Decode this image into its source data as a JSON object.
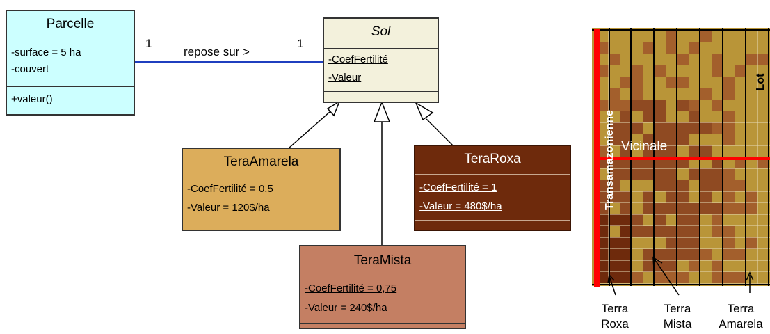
{
  "parcelle": {
    "name": "Parcelle",
    "attributes": [
      "-surface = 5 ha",
      "-couvert"
    ],
    "operations": [
      "+valeur()"
    ]
  },
  "sol": {
    "name": "Sol",
    "attributes": [
      "-CoefFertilité",
      "-Valeur"
    ]
  },
  "association": {
    "label": "repose sur >",
    "mult_left": "1",
    "mult_right": "1"
  },
  "amarela": {
    "name": "TeraAmarela",
    "attributes": [
      "-CoefFertilité = 0,5",
      "-Valeur = 120$/ha"
    ],
    "color": "#dcad5b"
  },
  "roxa": {
    "name": "TeraRoxa",
    "attributes": [
      "-CoefFertilité = 1",
      "-Valeur = 480$/ha"
    ],
    "color": "#6e2a0c"
  },
  "mista": {
    "name": "TeraMista",
    "attributes": [
      "-CoefFertilité = 0,75",
      "-Valeur = 240$/ha"
    ],
    "color": "#c47f63"
  },
  "colors": {
    "parcelle": "#ccffff",
    "sol": "#f3f1dc",
    "association_line": "#1f3fbf",
    "road": "#ff0000"
  },
  "map": {
    "road_vertical": "Transamazonienne",
    "road_horizontal": "Vicinale",
    "lot_label": "Lot",
    "legend": [
      {
        "line1": "Terra",
        "line2": "Roxa"
      },
      {
        "line1": "Terra",
        "line2": "Mista"
      },
      {
        "line1": "Terra",
        "line2": "Amarela"
      }
    ]
  }
}
